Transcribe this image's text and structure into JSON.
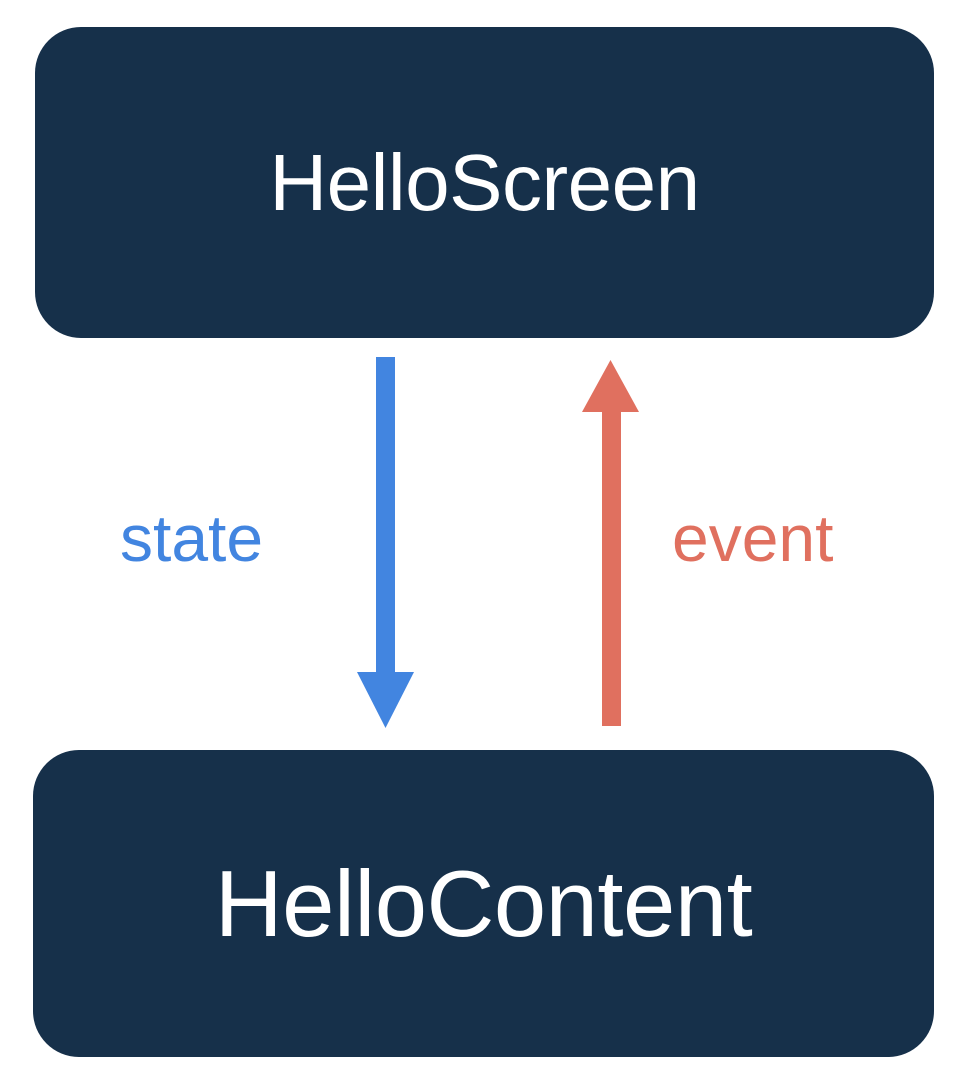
{
  "diagram": {
    "title": "HelloScreen / HelloContent state-event loop",
    "background_color": "#ffffff",
    "nodes": [
      {
        "id": "hello-screen",
        "label": "HelloScreen",
        "fill_color": "#16304a",
        "text_color": "#ffffff",
        "shape": "rounded-rectangle"
      },
      {
        "id": "hello-content",
        "label": "HelloContent",
        "fill_color": "#16304a",
        "text_color": "#ffffff",
        "shape": "rounded-rectangle"
      }
    ],
    "edges": [
      {
        "id": "state-edge",
        "label": "state",
        "color": "#4285e0",
        "from": "hello-screen",
        "to": "hello-content",
        "direction": "down"
      },
      {
        "id": "event-edge",
        "label": "event",
        "color": "#e0705f",
        "from": "hello-content",
        "to": "hello-screen",
        "direction": "up"
      }
    ]
  }
}
